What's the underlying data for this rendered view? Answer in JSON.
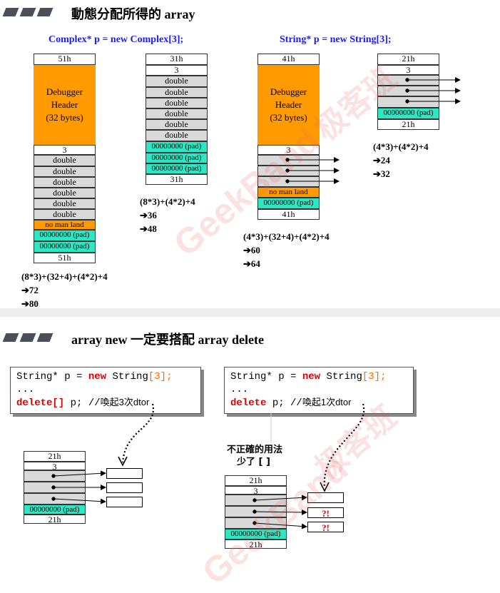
{
  "section1": {
    "title": "動態分配所得的 array",
    "complex_decl": "Complex* p = new Complex[3];",
    "string_decl": "String* p = new String[3];"
  },
  "complex_debug": {
    "top_cookie": "51h",
    "header_lines": [
      "Debugger",
      "Header",
      "(32 bytes)"
    ],
    "count": "3",
    "elements": [
      "double",
      "double",
      "double",
      "double",
      "double",
      "double"
    ],
    "no_man_land": "no man land",
    "pads": [
      "00000000 (pad)",
      "00000000 (pad)"
    ],
    "bottom_cookie": "51h",
    "calc": [
      "(8*3)+(32+4)+(4*2)+4",
      "72",
      "80"
    ]
  },
  "complex_release": {
    "top_cookie": "31h",
    "count": "3",
    "elements": [
      "double",
      "double",
      "double",
      "double",
      "double",
      "double"
    ],
    "pads": [
      "00000000 (pad)",
      "00000000 (pad)",
      "00000000 (pad)"
    ],
    "bottom_cookie": "31h",
    "calc": [
      "(8*3)+(4*2)+4",
      "36",
      "48"
    ]
  },
  "string_debug": {
    "top_cookie": "41h",
    "header_lines": [
      "Debugger",
      "Header",
      "(32 bytes)"
    ],
    "count": "3",
    "no_man_land": "no man land",
    "pad": "00000000 (pad)",
    "bottom_cookie": "41h",
    "calc": [
      "(4*3)+(32+4)+(4*2)+4",
      "60",
      "64"
    ]
  },
  "string_release": {
    "top_cookie": "21h",
    "count": "3",
    "pad": "00000000 (pad)",
    "bottom_cookie": "21h",
    "calc": [
      "(4*3)+(4*2)+4",
      "24",
      "32"
    ]
  },
  "section2": {
    "title": "array new 一定要搭配 array delete"
  },
  "code_left": {
    "l1_type": "String* p = ",
    "l1_new": "new",
    "l1_cls": " String",
    "l1_ob": "[",
    "l1_num": "3",
    "l1_cb": "];",
    "l2": "...",
    "l3_del": "delete[]",
    "l3_rest": " p; //",
    "l3_comment": "喚起3次dtor"
  },
  "code_right": {
    "l1_type": "String* p = ",
    "l1_new": "new",
    "l1_cls": " String",
    "l1_ob": "[",
    "l1_num": "3",
    "l1_cb": "];",
    "l2": "...",
    "l3_del": "delete",
    "l3_rest": " p; //",
    "l3_comment": "喚起1次dtor"
  },
  "mem_left": {
    "top": "21h",
    "count": "3",
    "pad": "00000000 (pad)",
    "bottom": "21h"
  },
  "mem_right": {
    "top": "21h",
    "count": "3",
    "pad": "00000000 (pad)",
    "bottom": "21h",
    "note": [
      "不正確的用法",
      "少了 [ ]"
    ],
    "leak_marks": [
      "?!",
      "?!"
    ]
  },
  "watermark": {
    "text_cn": "极客班",
    "text_en": "GeekBand"
  },
  "colors": {
    "header_orange": "#ff9b00",
    "pad_teal": "#2de6c4",
    "keyword_red": "#e00000",
    "decl_blue": "#1a1aff"
  }
}
